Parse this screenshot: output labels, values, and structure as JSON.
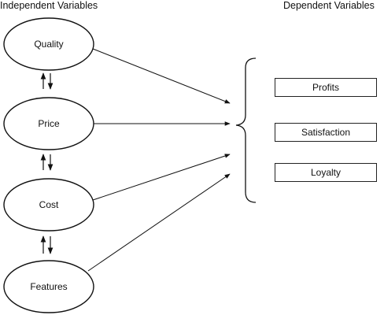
{
  "headers": {
    "independent": "Independent Variables",
    "dependent": "Dependent Variables"
  },
  "independent_variables": [
    "Quality",
    "Price",
    "Cost",
    "Features"
  ],
  "dependent_variables": [
    "Profits",
    "Satisfaction",
    "Loyalty"
  ]
}
